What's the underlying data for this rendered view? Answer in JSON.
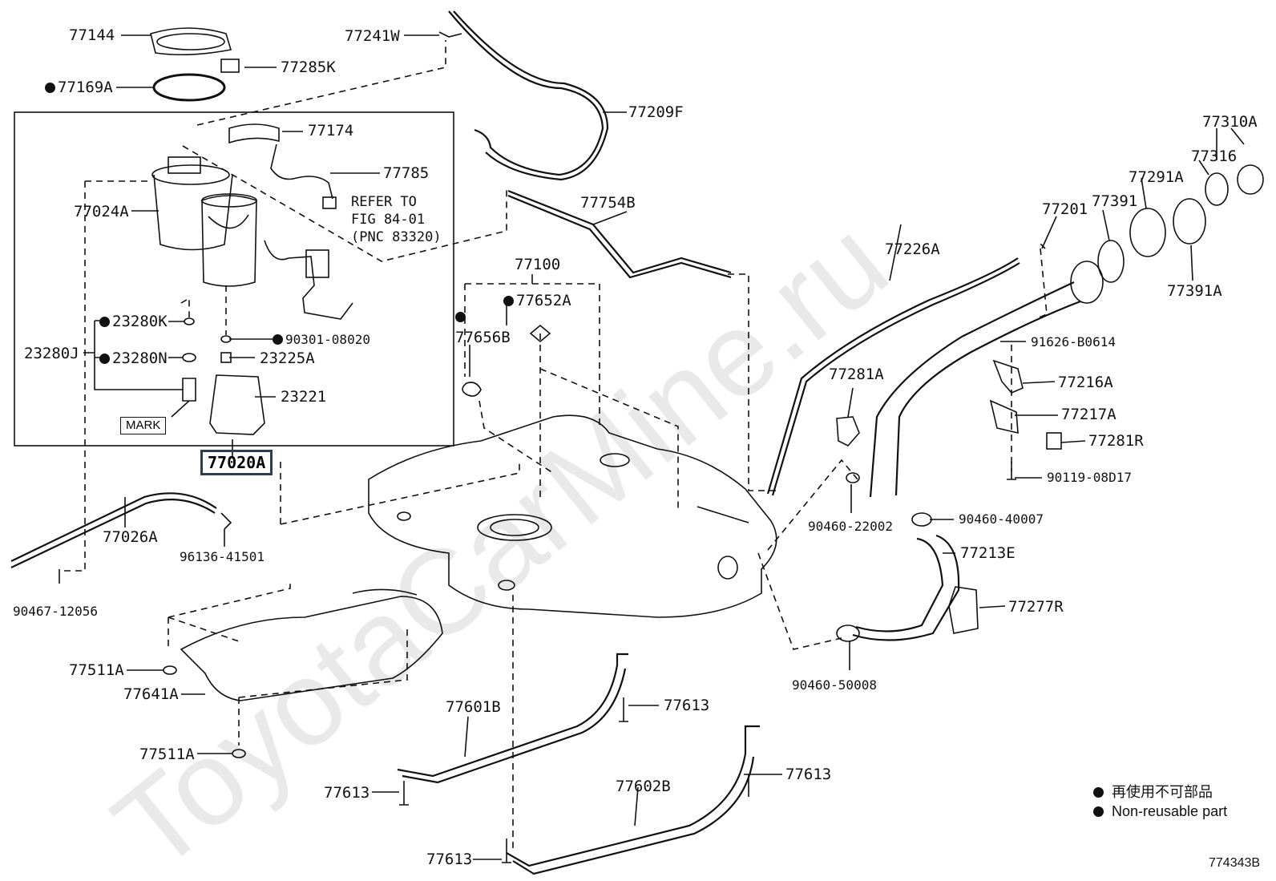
{
  "watermark": "ToyotaCarMine.ru",
  "figure_id": "774343B",
  "legend": {
    "jp": "再使用不可部品",
    "en": "Non-reusable part"
  },
  "refer_note": "REFER TO\nFIG 84-01\n(PNC 83320)",
  "mark_label": "MARK",
  "highlight_part": "77020A",
  "parts": {
    "p77144": "77144",
    "p77285K": "77285K",
    "p77169A": "77169A",
    "p77174": "77174",
    "p77785": "77785",
    "p77024A": "77024A",
    "p23280K": "23280K",
    "p23280J": "23280J",
    "p23280N": "23280N",
    "p90301": "90301-08020",
    "p23225A": "23225A",
    "p23221": "23221",
    "p77241W": "77241W",
    "p77209F": "77209F",
    "p77754B": "77754B",
    "p77100": "77100",
    "p77652A": "77652A",
    "p77656B": "77656B",
    "p77026A": "77026A",
    "p96136": "96136-41501",
    "p90467": "90467-12056",
    "p77511A1": "77511A",
    "p77641A": "77641A",
    "p77511A2": "77511A",
    "p77601B": "77601B",
    "p77613a": "77613",
    "p77613b": "77613",
    "p77602B": "77602B",
    "p77613c": "77613",
    "p77613d": "77613",
    "p77226A": "77226A",
    "p77201": "77201",
    "p77391": "77391",
    "p77291A": "77291A",
    "p77316": "77316",
    "p77310A": "77310A",
    "p77391A": "77391A",
    "p91626": "91626-B0614",
    "p77281A": "77281A",
    "p77216A": "77216A",
    "p77217A": "77217A",
    "p77281R": "77281R",
    "p90119": "90119-08D17",
    "p90460a": "90460-22002",
    "p90460b": "90460-40007",
    "p77213E": "77213E",
    "p77277R": "77277R",
    "p90460c": "90460-50008"
  }
}
